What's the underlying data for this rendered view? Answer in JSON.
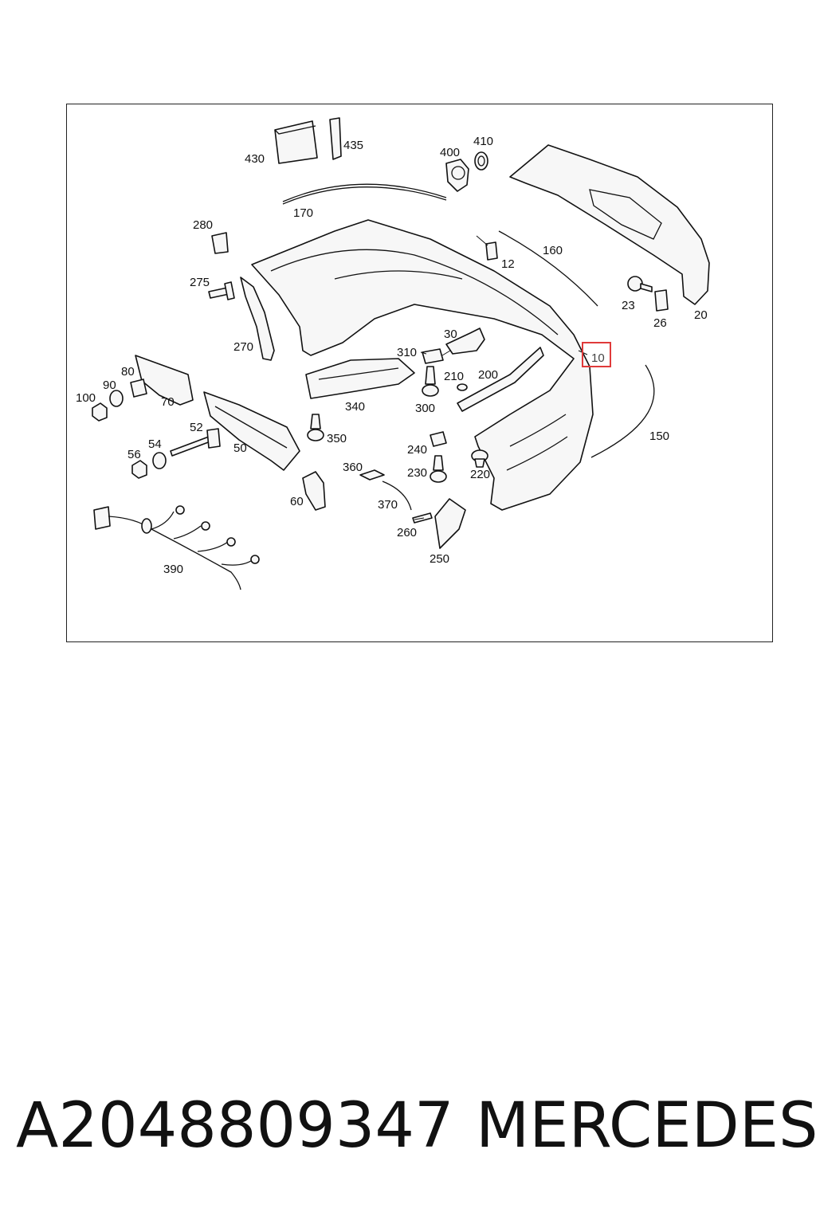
{
  "diagram": {
    "callouts": [
      "430",
      "435",
      "400",
      "410",
      "170",
      "280",
      "275",
      "270",
      "12",
      "160",
      "23",
      "26",
      "20",
      "30",
      "310",
      "10",
      "80",
      "90",
      "100",
      "70",
      "210",
      "200",
      "300",
      "340",
      "52",
      "56",
      "54",
      "50",
      "350",
      "240",
      "360",
      "230",
      "220",
      "150",
      "60",
      "370",
      "260",
      "250",
      "390"
    ],
    "highlighted_callout": "10",
    "highlight_color": "#e03a3a"
  },
  "footer": {
    "part_number": "A2048809347",
    "brand": "MERCEDES"
  }
}
